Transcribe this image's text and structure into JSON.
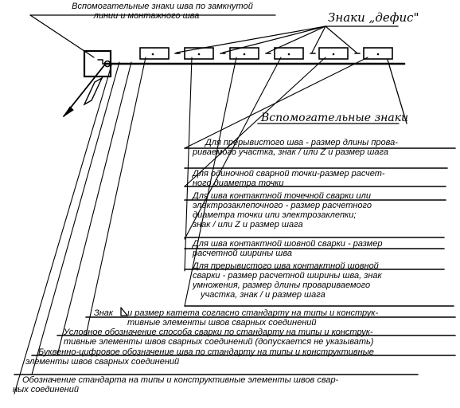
{
  "header": {
    "aux_closed_line": [
      "Вспомогательные знаки шва по замкнутой",
      "линии и монтажного шва"
    ],
    "hyphen_marks": "Знаки „дефис\""
  },
  "aux_marks": "Вспомогательные знаки",
  "notes": {
    "n1": [
      "Для прерывистого шва - размер длины прова-",
      "риваемого участка, знак / или Z и размер шага"
    ],
    "n2": [
      "Для одиночной сварной точки-размер расчет-",
      "ного диаметра точки"
    ],
    "n3": [
      "Для шва контактной точечной сварки или",
      "электрозаклепочного - размер расчетного",
      "диаметра точки или электрозаклепки;",
      "знак / или Z и размер шага"
    ],
    "n4": [
      "Для шва контактной шовной сварки - размер",
      "расчетной ширины шва"
    ],
    "n5": [
      "Для прерывистого шва контактной шовной",
      "сварки - размер расчетной ширины шва, знак",
      "умножения, размер длины провариваемого",
      "участка, знак / и размер шага"
    ],
    "n6": [
      "Знак",
      "и размер катета согласно стандарту на типы и конструк-",
      "тивные элементы швов сварных соединений"
    ],
    "n7": [
      "Условное обозначение способа сварки по стандарту на типы и конструк-",
      "тивные элементы швов сварных соединений (допускается  не указывать)"
    ],
    "n8": [
      "Буквенно-цифровое обозначение шва по стандарту на типы и конструктивные",
      "элементы швов сварных соединений"
    ],
    "n9": [
      "Обозначение стандарта на типы и конструктивные элементы швов свар-",
      "ных соединений"
    ]
  }
}
